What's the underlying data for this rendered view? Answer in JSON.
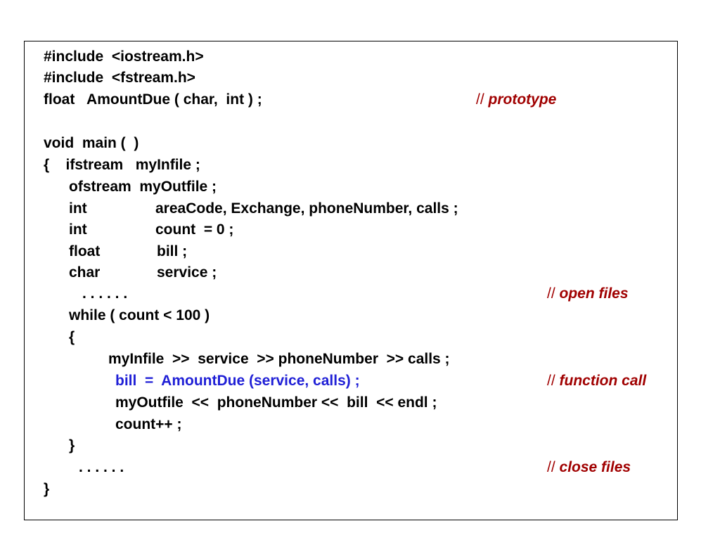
{
  "code": {
    "line1": "#include  <iostream.h>",
    "line2": "#include  <fstream.h>",
    "line3": "float   AmountDue ( char,  int ) ;",
    "line4": "void  main (  )",
    "line5": "{    ifstream   myInfile ;",
    "line6": "ofstream  myOutfile ;",
    "line7_kw": "int",
    "line7_rest": "areaCode, Exchange, phoneNumber, calls ;",
    "line8_kw": "int",
    "line8_rest": "count  = 0 ;",
    "line9_kw": "float",
    "line9_rest": "bill ;",
    "line10_kw": "char",
    "line10_rest": "service ;",
    "line11": ". . . . . .",
    "line12": "while ( count < 100 )",
    "line13": "{",
    "line14": "myInfile  >>  service  >> phoneNumber  >> calls ;",
    "line15": "bill  =  AmountDue (service, calls) ;",
    "line16": "myOutfile  <<  phoneNumber <<  bill  << endl ;",
    "line17": "count++ ;",
    "line18": "}",
    "line19": ". . . . . .",
    "line20": "}"
  },
  "comments": {
    "slashes": "//",
    "prototype": "prototype",
    "open_files": "open files",
    "function_call": "function call",
    "close_files": "close files"
  },
  "colors": {
    "code": "#000000",
    "highlight": "#1f1fd6",
    "comment": "#a00000",
    "border": "#000000"
  }
}
